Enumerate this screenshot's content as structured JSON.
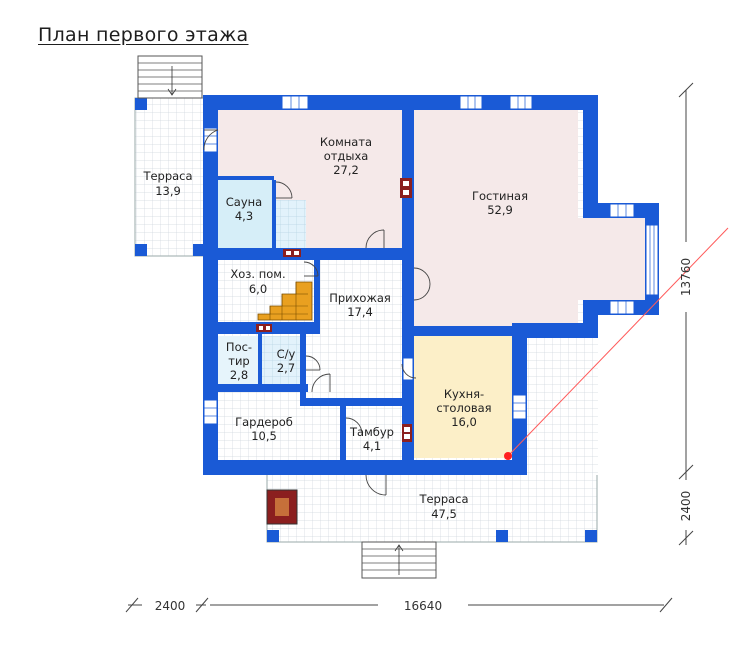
{
  "title": "План первого этажа",
  "rooms": {
    "terrace_left": {
      "name": "Терраса",
      "area": "13,9"
    },
    "rest_room": {
      "name1": "Комната",
      "name2": "отдыха",
      "area": "27,2"
    },
    "sauna": {
      "name": "Сауна",
      "area": "4,3"
    },
    "living": {
      "name": "Гостиная",
      "area": "52,9"
    },
    "storage": {
      "name": "Хоз. пом.",
      "area": "6,0"
    },
    "hall": {
      "name": "Прихожая",
      "area": "17,4"
    },
    "laundry": {
      "name1": "Пос-",
      "name2": "тир",
      "area": "2,8"
    },
    "wc": {
      "name": "С/у",
      "area": "2,7"
    },
    "kitchen": {
      "name1": "Кухня-",
      "name2": "столовая",
      "area": "16,0"
    },
    "wardrobe": {
      "name": "Гардероб",
      "area": "10,5"
    },
    "vestibule": {
      "name": "Тамбур",
      "area": "4,1"
    },
    "terrace_front": {
      "name": "Терраса",
      "area": "47,5"
    }
  },
  "dimensions": {
    "bottom_left": "2400",
    "bottom_total": "16640",
    "right_total": "13760",
    "right_bottom": "2400"
  },
  "colors": {
    "wall": "#1a5ad6",
    "rest_room_floor": "#f5e9e9",
    "sauna_floor": "#d6eef8",
    "kitchen_floor": "#fcefc8",
    "tile_floor": "#ffffff",
    "stairs": "#e9a020",
    "chimney": "#8b1f1f",
    "grid_line": "#cfd6de",
    "accent_line": "#ff5a5a"
  }
}
